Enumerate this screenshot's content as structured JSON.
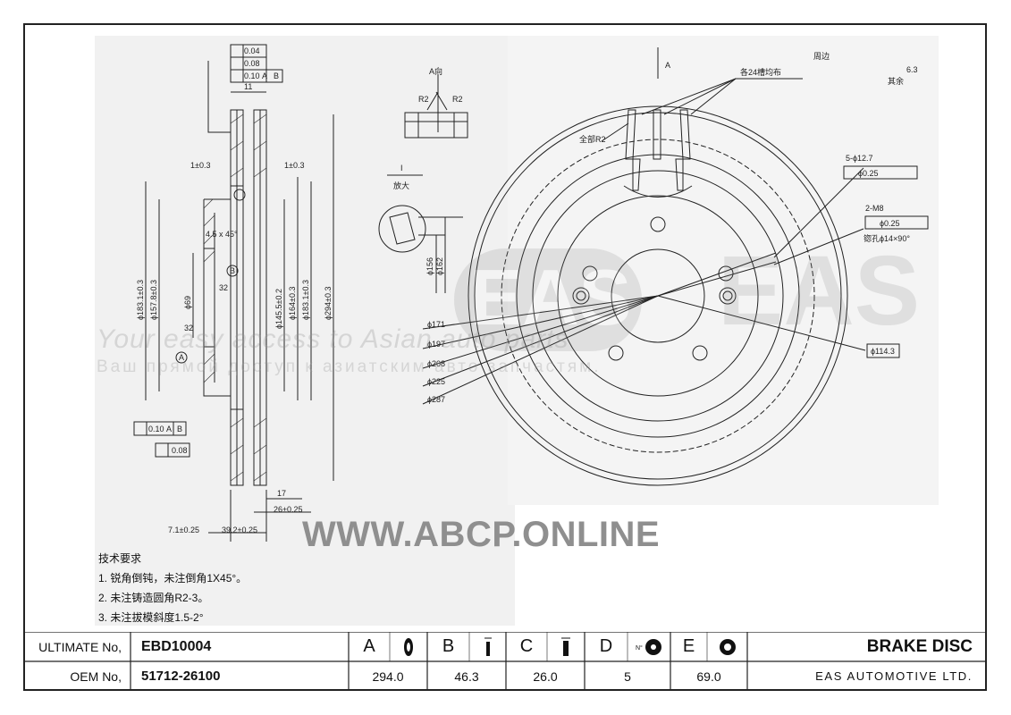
{
  "watermark": {
    "url": "WWW.ABCP.ONLINE",
    "line1": "Your easy access to Asian auto parts",
    "line2": "Ваш прямой доступ к азиатским авто запчастям.",
    "logo": "EAS"
  },
  "drawing": {
    "tolerances_top": [
      "0.04",
      "0.08",
      "0.10",
      "A",
      "B"
    ],
    "tolerances_bottom": [
      "0.10",
      "A",
      "B",
      "0.08"
    ],
    "section_dims": [
      "11",
      "1±0.3",
      "1±0.3",
      "4.5 x 45°",
      "32",
      "32",
      "17",
      "26±0.25",
      "7.1±0.25",
      "39.2±0.25"
    ],
    "vertical_dims": [
      "ϕ183.1±0.3",
      "ϕ157.8±0.3",
      "ϕ69",
      "ϕ145.5±0.2",
      "ϕ164±0.3",
      "ϕ183.1±0.3",
      "ϕ294±0.3"
    ],
    "view_a_label": "A向",
    "view_a_radii": [
      "R2",
      "R2"
    ],
    "detail_label": "I",
    "detail_caption": "放大",
    "detail_dims": [
      "ϕ156",
      "ϕ162"
    ],
    "front_labels": {
      "arrow": "A",
      "slots": "各24槽均布",
      "edge": "周边",
      "roughness": "6.3",
      "rest": "其余",
      "all_r2": "全部R2",
      "holes": "5-ϕ12.7",
      "holes_pos": "ϕ0.25",
      "m8": "2-M8",
      "m8_pos": "ϕ0.25",
      "countersink": "锪孔ϕ14×90°",
      "pcd": "ϕ114.3",
      "datum_a": "A",
      "datum_b": "B"
    },
    "front_diameters": [
      "ϕ171",
      "ϕ197",
      "ϕ208",
      "ϕ225",
      "ϕ287"
    ]
  },
  "notes": {
    "heading": "技术要求",
    "line1": "1. 锐角倒钝，未注倒角1X45°。",
    "line2": "2. 未注铸造圆角R2-3。",
    "line3": "3. 未注拔模斜度1.5-2°"
  },
  "title_block": {
    "ultimate_label": "ULTIMATE No,",
    "ultimate_value": "EBD10004",
    "oem_label": "OEM No,",
    "oem_value": "51712-26100",
    "columns": [
      {
        "letter": "A",
        "icon": "disc-diameter-icon",
        "value": "294.0"
      },
      {
        "letter": "B",
        "icon": "disc-height-icon",
        "value": "46.3"
      },
      {
        "letter": "C",
        "icon": "disc-thickness-icon",
        "value": "26.0"
      },
      {
        "letter": "D",
        "icon": "bolt-holes-icon",
        "value": "5"
      },
      {
        "letter": "E",
        "icon": "center-bore-icon",
        "value": "69.0"
      }
    ],
    "product": "BRAKE DISC",
    "company": "EAS AUTOMOTIVE LTD."
  }
}
